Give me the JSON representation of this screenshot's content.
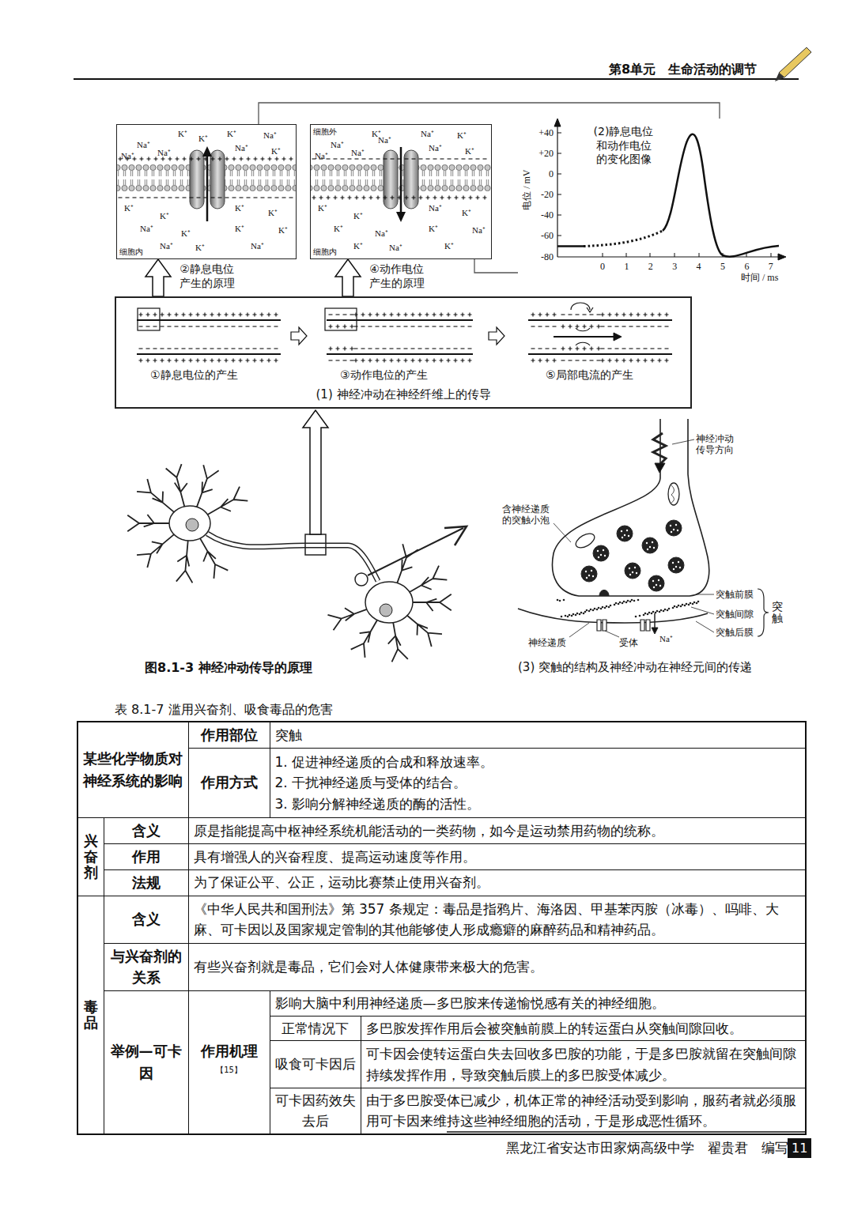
{
  "diagram": {
    "title": "第8单元　生命活动的调节",
    "caption": "图8.1-3  神经冲动传导的原理",
    "nodes": [
      {
        "text": [
          "②静息电位 产生的原理"
        ]
      },
      {
        "text": [
          "④动作电位 产生的原理"
        ]
      },
      {
        "text": [
          "(2)静息电位 和动作电位 的变化图像"
        ]
      },
      {
        "text": [
          "(1) 神经冲动在神经纤维上的传导"
        ]
      }
    ],
    "edges": [
      {
        "from": 3,
        "to": 0,
        "arrow": "to"
      },
      {
        "from": 3,
        "to": 1,
        "arrow": "to"
      },
      {
        "from": 2,
        "to": 0,
        "arrow": "none"
      },
      {
        "from": 2,
        "to": 1,
        "arrow": "none"
      }
    ],
    "labels": [
      "细胞内",
      "K⁺",
      "K⁺",
      "Na⁺",
      "Na⁺",
      "Na⁺",
      "Na⁺",
      "K⁺",
      "Na⁺",
      "K⁺",
      "K⁺",
      "K⁺",
      "K⁺",
      "K⁺",
      "Na⁺",
      "K⁺",
      "K⁺",
      "Na⁺",
      "K⁺",
      "Na⁺",
      "K⁺",
      "细胞外",
      "K⁺",
      "Na⁺",
      "K⁺",
      "Na⁺",
      "Na⁺",
      "Na⁺",
      "K⁺",
      "Na⁺",
      "Na⁺",
      "K⁺",
      "K⁺",
      "Na⁺",
      "K⁺",
      "K⁺",
      "Na⁺",
      "K⁺",
      "K⁺",
      "Na⁺",
      "K⁺",
      "Na⁺",
      "细胞内",
      "+40",
      "+20",
      "0",
      "-20",
      "-40",
      "-60",
      "-80",
      "电位 / mV",
      "0",
      "1",
      "2",
      "3",
      "4",
      "5",
      "6",
      "7",
      "时间 / ms",
      "①静息电位的产生",
      "③动作电位的产生",
      "⑤局部电流的产生",
      "神经冲动 传导方向",
      "含神经递质 的突触小泡",
      "突触前膜",
      "突触间隙",
      "突触后膜",
      "突触",
      "神经递质",
      "受体",
      "Na⁺",
      "(3) 突触的结构及神经冲动在神经元间的传递",
      "表 8.1-7  滥用兴奋剂、吸食毒品的危害",
      "某些化学物质对神经系统的影响",
      "作用部位",
      "突触",
      "作用方式",
      "1. 促进神经递质的合成和释放速率。",
      "2. 干扰神经递质与受体的结合。",
      "3. 影响分解神经递质的酶的活性。",
      "兴奋剂",
      "含义",
      "原是指能提高中枢神经系统机能活动的一类药物，如今是运动禁用药物的统称。",
      "作用",
      "具有增强人的兴奋程度、提高运动速度等作用。",
      "法规",
      "为了保证公平、公正，运动比赛禁止使用兴奋剂。",
      "毒品",
      "含义",
      "《中华人民共和国刑法》第 357 条规定：毒品是指鸦片、海洛因、甲基苯丙胺（冰毒）、吗啡、大麻、可卡因以及国家规定管制的其他能够使人形成瘾癖的麻醉药品和精神药品。",
      "与兴奋剂的关系",
      "有些兴奋剂就是毒品，它们会对人体健康带来极大的危害。",
      "举例—可卡因",
      "作用机理",
      "【15】",
      "影响大脑中利用神经递质—多巴胺来传递愉悦感有关的神经细胞。",
      "正常情况下",
      "多巴胺发挥作用后会被突触前膜上的转运蛋白从突触间隙回收。",
      "吸食可卡因后",
      "可卡因会使转运蛋白失去回收多巴胺的功能，于是多巴胺就留在突触间隙持续发挥作用，导致突触后膜上的多巴胺受体减少。",
      "可卡因药效失去后",
      "由于多巴胺受体已减少，机体正常的神经活动受到影响，服药者就必须服用可卡因来维持这些神经细胞的活动，于是形成恶性循环。",
      "黑龙江省安达市田家炳高级中学　翟贵君　编写",
      "11"
    ]
  }
}
